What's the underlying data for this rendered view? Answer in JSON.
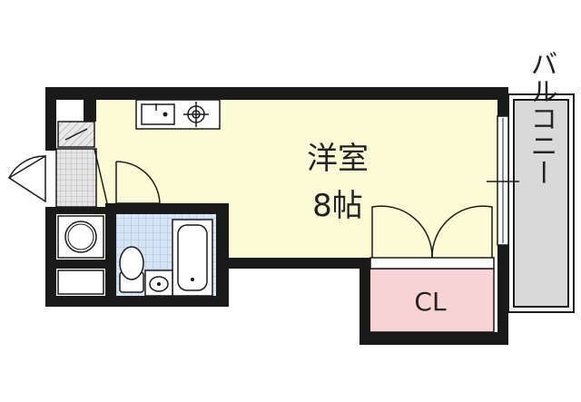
{
  "rooms": {
    "main_room_name": "洋室",
    "main_room_size": "8帖",
    "closet_label": "CL",
    "balcony_label": "バルコニー"
  },
  "colors": {
    "wall": "#1a1a1a",
    "main_room_fill": "#fbfbd6",
    "closet_fill": "#f7d3d3",
    "bath_tile": "#d6e4f3",
    "balcony_fill": "#d9d9d9",
    "entry_tile": "#e6e6e6"
  },
  "icons": {
    "kitchen": "sink-and-stove-icon",
    "washer": "washing-machine-icon",
    "toilet": "toilet-icon",
    "bathtub": "bathtub-icon",
    "basin": "wash-basin-icon"
  }
}
